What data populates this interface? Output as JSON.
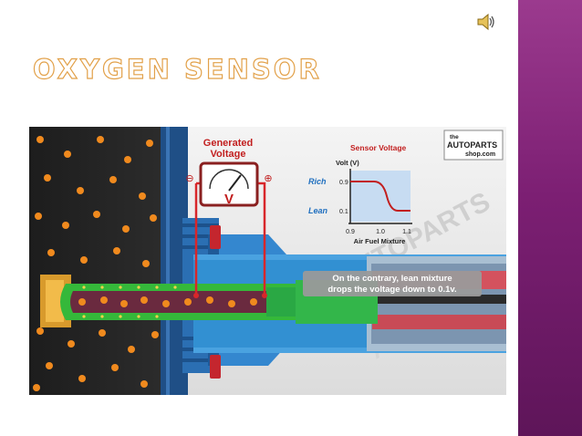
{
  "slide": {
    "title": "Oxygen Sensor",
    "speaker_icon": "speaker-icon"
  },
  "figure": {
    "meter": {
      "label_line1": "Generated",
      "label_line2": "Voltage",
      "unit": "V",
      "minus": "⊖",
      "plus": "⊕"
    },
    "graph": {
      "title": "Sensor Voltage",
      "y_unit": "Volt (V)",
      "y_ticks": [
        "0.9",
        "0.1"
      ],
      "rich_label": "Rich",
      "lean_label": "Lean",
      "x_ticks": [
        "0.9",
        "1.0",
        "1.1"
      ],
      "x_label": "Air Fuel Mixture"
    },
    "logo": {
      "line1": "the",
      "line2": "AUTOPARTS",
      "line3": "shop.com"
    },
    "caption_line1": "On the contrary, lean mixture",
    "caption_line2": "drops the voltage down to 0.1v.",
    "watermark": "AUTOPARTS"
  },
  "colors": {
    "accent_orange": "#e2a14a",
    "sidebar_purple": "#7c1f73",
    "sensor_green": "#39c42c",
    "housing_blue": "#2a7fc0",
    "red_wire": "#d8262a",
    "particle_orange": "#f08a1e"
  }
}
